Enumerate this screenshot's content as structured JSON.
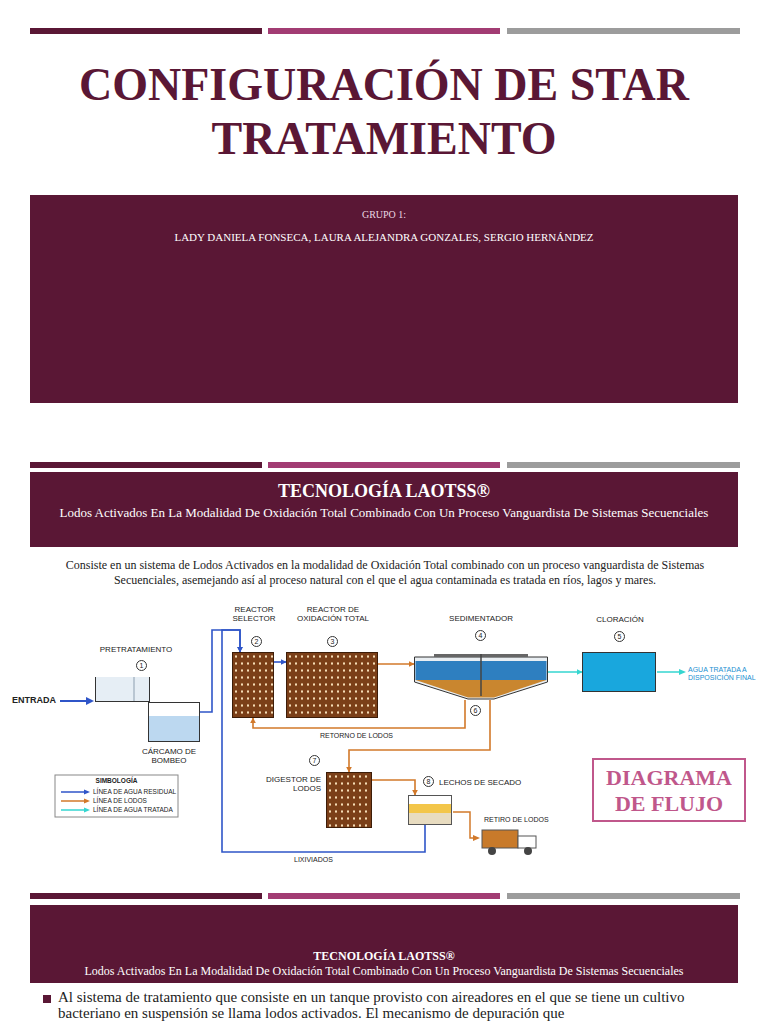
{
  "diagram": {
    "title": "CONFIGURACIÓN DE STAR TRATAMIENTO",
    "nodes": [
      {
        "text": [
          "GRUPO 1:",
          "LADY DANIELA FONSECA, LAURA ALEJANDRA GONZALES, SERGIO HERNÁNDEZ"
        ]
      },
      {
        "text": [
          "TECNOLOGÍA LAOTSS®",
          "Lodos Activados En La Modalidad De Oxidación Total Combinado Con Un Proceso Vanguardista De Sistemas Secuenciales"
        ]
      },
      {
        "text": [
          "PRETRATAMIENTO",
          "1"
        ]
      },
      {
        "text": [
          "CÁRCAMO DE BOMBEO"
        ]
      },
      {
        "text": [
          "REACTOR SELECTOR",
          "2"
        ]
      },
      {
        "text": [
          "REACTOR DE OXIDACIÓN TOTAL",
          "3"
        ]
      },
      {
        "text": [
          "SEDIMENTADOR",
          "4"
        ]
      },
      {
        "text": [
          "CLORACIÓN",
          "5"
        ]
      },
      {
        "text": [
          "DIGESTOR DE LODOS",
          "7"
        ]
      },
      {
        "text": [
          "8",
          "LECHOS DE SECADO"
        ]
      },
      {
        "text": [
          "DIAGRAMA DE FLUJO"
        ]
      },
      {
        "text": [
          "TECNOLOGÍA LAOTSS®",
          "Lodos Activados En La Modalidad De Oxidación Total Combinado Con Un Proceso Vanguardista De Sistemas Secuenciales"
        ]
      }
    ],
    "edges": [
      {
        "from": 3,
        "to": 4,
        "arrow": "to"
      },
      {
        "from": 4,
        "to": 5,
        "arrow": "to"
      },
      {
        "from": 5,
        "to": 6,
        "arrow": "to"
      },
      {
        "from": 6,
        "to": 7,
        "arrow": "to"
      },
      {
        "from": 6,
        "to": 4,
        "label": "RETORNO DE LODOS",
        "arrow": "to"
      },
      {
        "from": 6,
        "to": 8,
        "arrow": "to"
      },
      {
        "from": 8,
        "to": 9,
        "arrow": "to"
      },
      {
        "from": 9,
        "to": 4,
        "label": "LIXIVIADOS",
        "arrow": "to"
      }
    ],
    "labels": [
      "Consiste en un sistema de Lodos Activados en la modalidad de Oxidación Total combinado con un proceso vanguardista de Sistemas Secuenciales, asemejando así al proceso natural con el que el agua contaminada es tratada en ríos, lagos y mares.",
      "ENTRADA",
      "6",
      "AGUA TRATADA A DISPOSICIÓN FINAL",
      "RETIRO DE LODOS",
      "SIMBOLOGÍA",
      "Al sistema de tratamiento que consiste en un tanque provisto con aireadores en el que se tiene un cultivo bacteriano en suspensión se llama lodos activados. El mecanismo de depuración que"
    ],
    "legend": [
      {
        "text": "LÍNEA DE AGUA RESIDUAL"
      },
      {
        "text": "LÍNEA DE LODOS"
      },
      {
        "text": "LÍNEA DE AGUA TRATADA"
      }
    ]
  }
}
